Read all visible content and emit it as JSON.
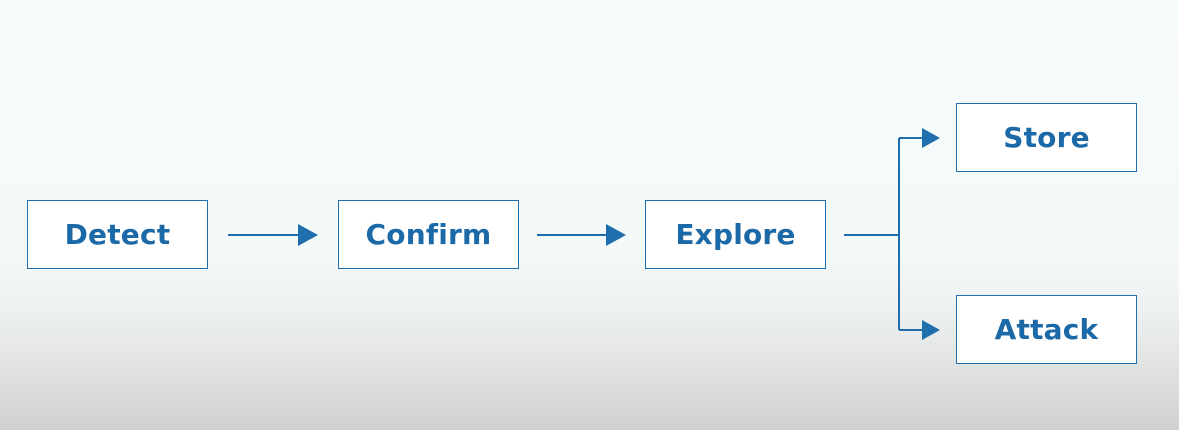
{
  "diagram": {
    "nodes": {
      "detect": {
        "label": "Detect"
      },
      "confirm": {
        "label": "Confirm"
      },
      "explore": {
        "label": "Explore"
      },
      "store": {
        "label": "Store"
      },
      "attack": {
        "label": "Attack"
      }
    },
    "edges": [
      {
        "from": "detect",
        "to": "confirm"
      },
      {
        "from": "confirm",
        "to": "explore"
      },
      {
        "from": "explore",
        "to": "store"
      },
      {
        "from": "explore",
        "to": "attack"
      }
    ],
    "colors": {
      "accent": "#1c69a8",
      "border": "#1f6fae",
      "node_fill": "#ffffff"
    }
  }
}
